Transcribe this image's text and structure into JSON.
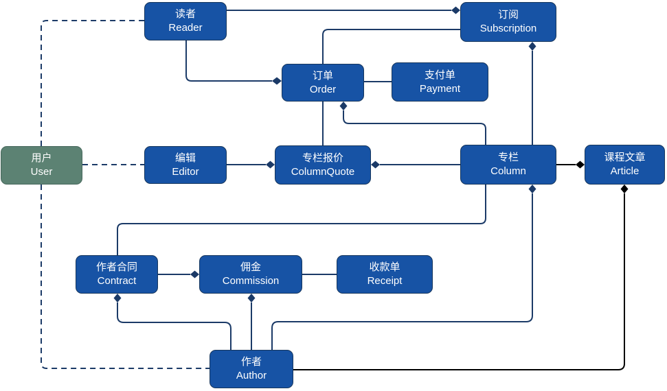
{
  "colors": {
    "node_fill": "#1753A5",
    "node_border": "#16365C",
    "user_fill": "#5C8273",
    "user_border": "#47685C",
    "connector": "#1B3A67",
    "connector_black": "#000000",
    "text": "#FFFFFF",
    "background": "#FFFFFF"
  },
  "nodes": {
    "user": {
      "zh": "用户",
      "en": "User"
    },
    "reader": {
      "zh": "读者",
      "en": "Reader"
    },
    "subscription": {
      "zh": "订阅",
      "en": "Subscription"
    },
    "order": {
      "zh": "订单",
      "en": "Order"
    },
    "payment": {
      "zh": "支付单",
      "en": "Payment"
    },
    "editor": {
      "zh": "编辑",
      "en": "Editor"
    },
    "column_quote": {
      "zh": "专栏报价",
      "en": "ColumnQuote"
    },
    "column": {
      "zh": "专栏",
      "en": "Column"
    },
    "article": {
      "zh": "课程文章",
      "en": "Article"
    },
    "contract": {
      "zh": "作者合同",
      "en": "Contract"
    },
    "commission": {
      "zh": "佣金",
      "en": "Commission"
    },
    "receipt": {
      "zh": "收款单",
      "en": "Receipt"
    },
    "author": {
      "zh": "作者",
      "en": "Author"
    }
  },
  "edges": [
    {
      "from": "user",
      "to": "reader",
      "line": "dashed",
      "marker": "none"
    },
    {
      "from": "user",
      "to": "editor",
      "line": "dashed",
      "marker": "none"
    },
    {
      "from": "user",
      "to": "author",
      "line": "dashed",
      "marker": "none"
    },
    {
      "from": "reader",
      "to": "subscription",
      "line": "solid",
      "marker": "diamond-at-subscription"
    },
    {
      "from": "reader",
      "to": "order",
      "line": "solid",
      "marker": "diamond-at-order"
    },
    {
      "from": "order",
      "to": "subscription",
      "line": "solid",
      "marker": "none"
    },
    {
      "from": "order",
      "to": "payment",
      "line": "solid",
      "marker": "none"
    },
    {
      "from": "order",
      "to": "column_quote",
      "line": "solid",
      "marker": "none"
    },
    {
      "from": "editor",
      "to": "column_quote",
      "line": "solid",
      "marker": "diamond-at-column-quote"
    },
    {
      "from": "column",
      "to": "column_quote",
      "line": "solid",
      "marker": "diamond-at-column-quote"
    },
    {
      "from": "column",
      "to": "order",
      "line": "solid",
      "marker": "diamond-at-order"
    },
    {
      "from": "column",
      "to": "subscription",
      "line": "solid",
      "marker": "diamond-at-subscription"
    },
    {
      "from": "column",
      "to": "contract",
      "line": "solid",
      "marker": "none"
    },
    {
      "from": "column",
      "to": "article",
      "line": "solid-black",
      "marker": "diamond-at-article"
    },
    {
      "from": "column",
      "to": "author",
      "line": "solid",
      "marker": "diamond-at-column"
    },
    {
      "from": "contract",
      "to": "commission",
      "line": "solid",
      "marker": "diamond-at-commission"
    },
    {
      "from": "commission",
      "to": "receipt",
      "line": "solid",
      "marker": "none"
    },
    {
      "from": "contract",
      "to": "author",
      "line": "solid",
      "marker": "diamond-at-contract"
    },
    {
      "from": "commission",
      "to": "author",
      "line": "solid",
      "marker": "diamond-at-commission"
    },
    {
      "from": "article",
      "to": "author",
      "line": "solid-black",
      "marker": "diamond-at-article"
    }
  ]
}
